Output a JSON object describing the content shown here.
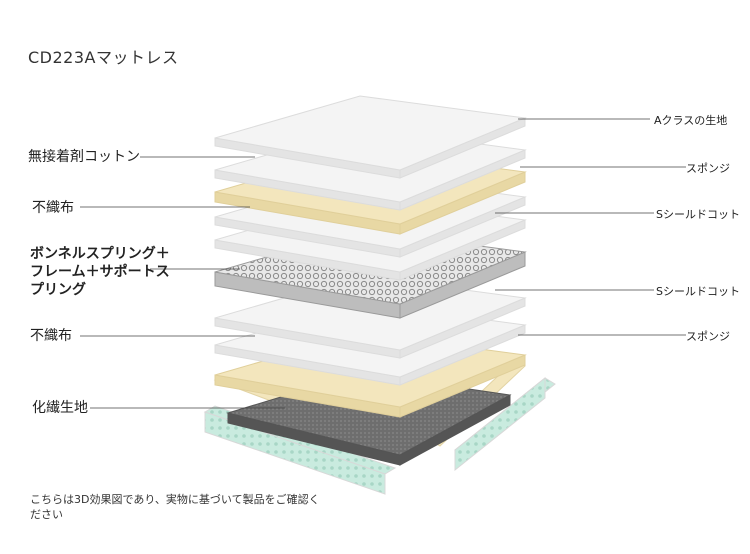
{
  "title": "CD223Aマットレス",
  "left_labels": [
    "無接着剤コットン",
    "不織布",
    "ボンネルスプリング＋フレーム＋サポートスプリング",
    "不織布",
    "化繊生地"
  ],
  "right_labels": [
    "Aクラスの生地",
    "スポンジ",
    "Sシールドコット",
    "Sシールドコット",
    "スポンジ"
  ],
  "note": "こちらは3D効果図であり、実物に基づいて製品をご確認ください",
  "colors": {
    "foam": "#f3e6bd",
    "fabric": "#f4f4f4",
    "spring": "#cfcfcf",
    "base": "#6e6e6e",
    "frame": "#bfe3d6"
  }
}
